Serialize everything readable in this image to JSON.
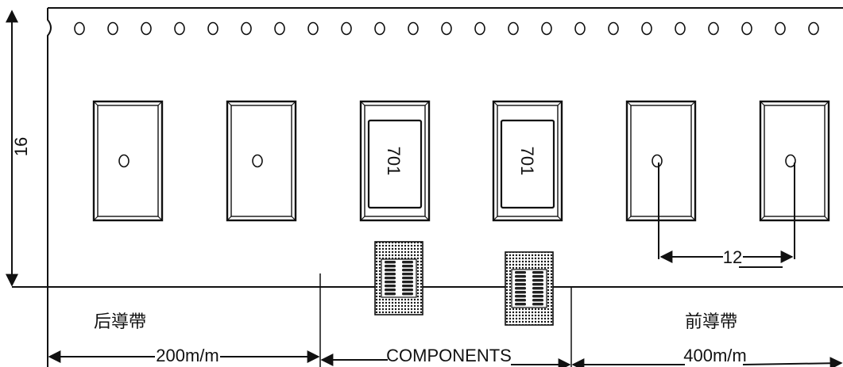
{
  "dimensions": {
    "tape_width": "16",
    "pocket_pitch": "12"
  },
  "components": {
    "part_marking": "701"
  },
  "sections": {
    "trailer_label": "后導帶",
    "trailer_length": "200m/m",
    "components_label": "COMPONENTS",
    "leader_label": "前導帶",
    "leader_length": "400m/m"
  },
  "icons": {
    "sprocket_hole": "circle-outline",
    "pocket": "rounded-rect",
    "smd_coil": "hatched-inductor"
  }
}
